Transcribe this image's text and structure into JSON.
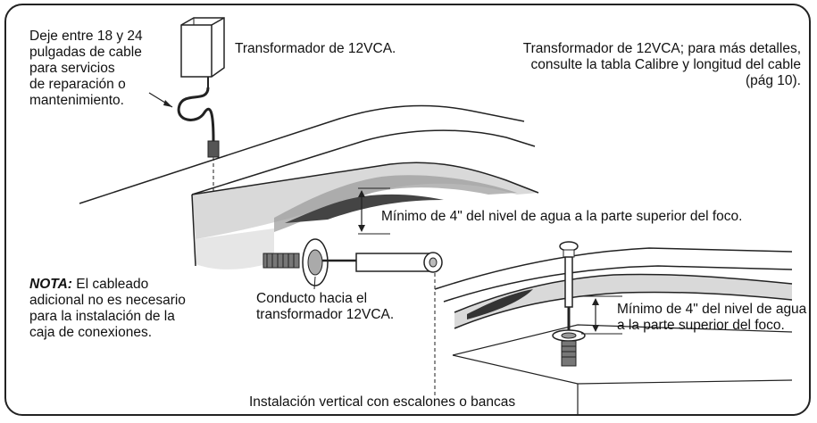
{
  "labels": {
    "cable_slack": "Deje entre 18 y 24\npulgadas de cable\npara servicios\nde reparación o\nmantenimiento.",
    "transformer_short": "Transformador de 12VCA.",
    "transformer_detail": "Transformador de 12VCA; para más detalles,\nconsulte la tabla Calibre y longitud del cable\n(pág 10).",
    "min_depth_main": "Mínimo de 4\" del nivel de agua a la parte superior del foco.",
    "nota_label": "NOTA:",
    "nota_text": " El cableado\nadicional no es necesario\npara la instalación de la\ncaja de conexiones.",
    "conduit": "Conducto hacia el\ntransformador 12VCA.",
    "min_depth_vertical": "Mínimo de 4\" del nivel de agua\na la parte superior del foco.",
    "caption_vertical": "Instalación vertical con escalones o bancas"
  },
  "colors": {
    "line": "#222222",
    "wall_shade": "#d9d9d9",
    "water_shade": "#bdbdbd",
    "dark_shade": "#555555",
    "metal": "#888888"
  }
}
